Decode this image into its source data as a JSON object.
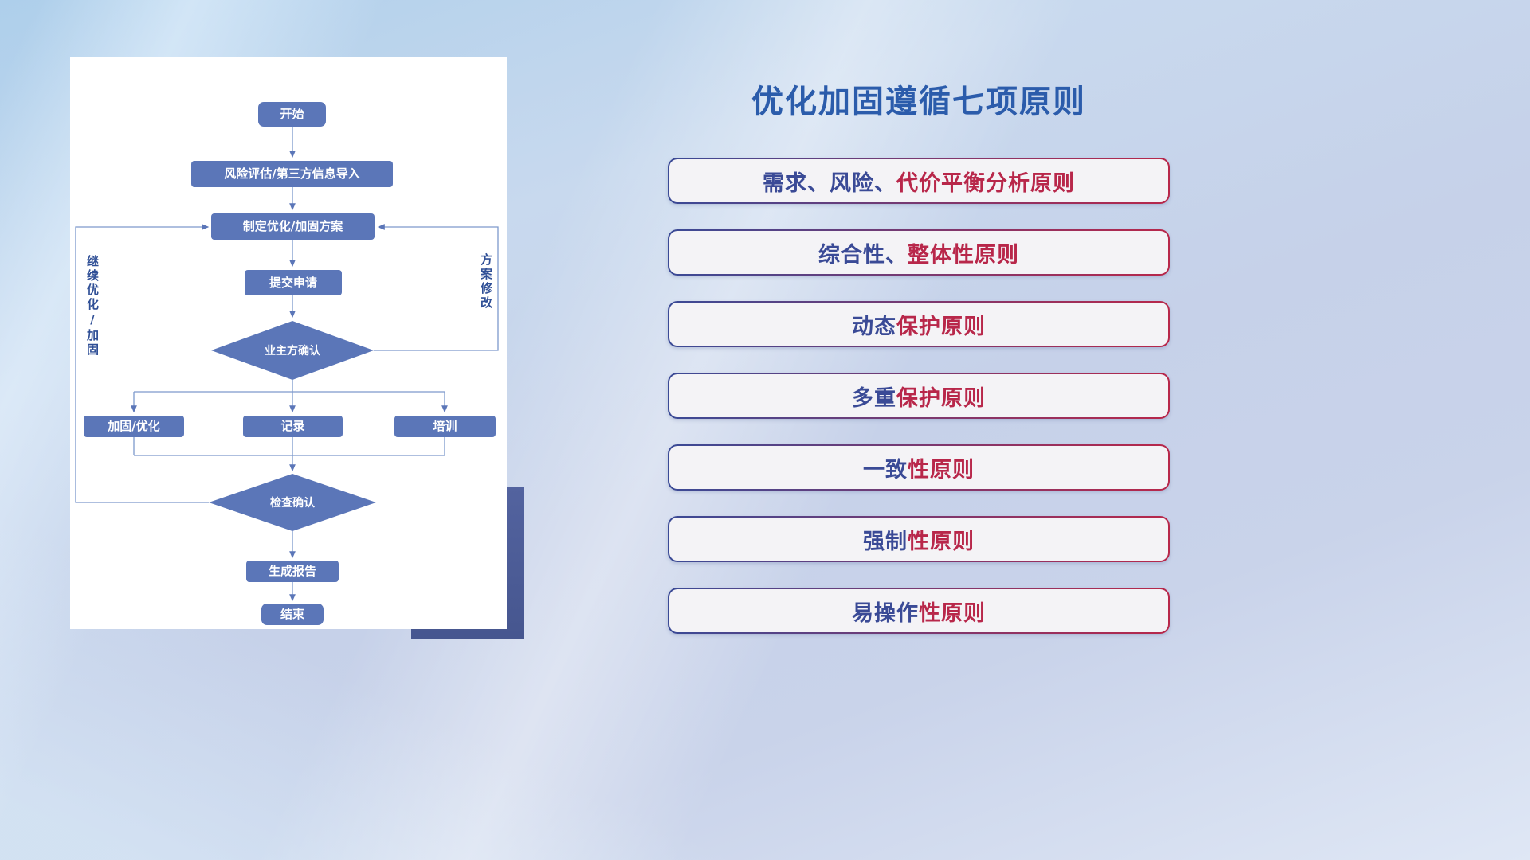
{
  "flowchart": {
    "nodes": {
      "start": "开始",
      "risk_import": "风险评估/第三方信息导入",
      "make_plan": "制定优化/加固方案",
      "submit": "提交申请",
      "owner_confirm": "业主方确认",
      "harden": "加固/优化",
      "record": "记录",
      "training": "培训",
      "check_confirm": "检查确认",
      "report": "生成报告",
      "end": "结束"
    },
    "edge_labels": {
      "continue_loop": "继续优化/加固",
      "plan_revision": "方案修改"
    }
  },
  "panel": {
    "title": "优化加固遵循七项原则",
    "principles": [
      {
        "lead": "需求、风险、",
        "rest": "代价平衡分析原则"
      },
      {
        "lead": "综合性、",
        "rest": "整体性原则"
      },
      {
        "lead": "动态",
        "rest": "保护原则"
      },
      {
        "lead": "多重",
        "rest": "保护原则"
      },
      {
        "lead": "一致",
        "rest": "性原则"
      },
      {
        "lead": "强制",
        "rest": "性原则"
      },
      {
        "lead": "易操作",
        "rest": "性原则"
      }
    ]
  },
  "colors": {
    "accent_blue": "#2b5cab",
    "principle_red": "#b8274a",
    "principle_blue": "#3a4a96",
    "node_blue": "#5b76b8",
    "line_blue": "#7d99cc",
    "label_blue": "#2f4f96",
    "pill_bg": "#f4f3f6",
    "shadow_blue": "#53639f"
  }
}
